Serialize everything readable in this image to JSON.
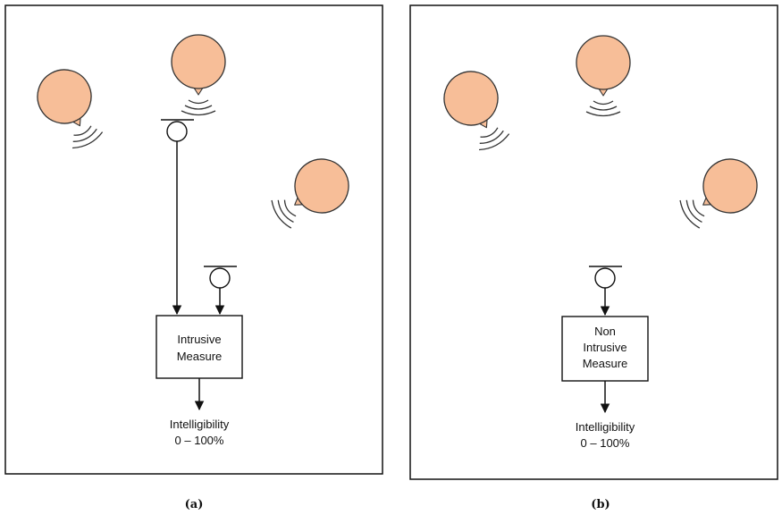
{
  "panel_a": {
    "caption": "(a)",
    "box_lines": [
      "Intrusive",
      "Measure"
    ],
    "output_lines": [
      "Intelligibility",
      "0 – 100%"
    ]
  },
  "panel_b": {
    "caption": "(b)",
    "box_lines": [
      "Non",
      "Intrusive",
      "Measure"
    ],
    "output_lines": [
      "Intelligibility",
      "0 – 100%"
    ]
  },
  "icons": {
    "head": "talker-head-icon",
    "microphone": "microphone-icon",
    "sound_waves": "sound-waves-icon"
  },
  "colors": {
    "head_fill": "#F7BE98",
    "outline": "#333333"
  }
}
